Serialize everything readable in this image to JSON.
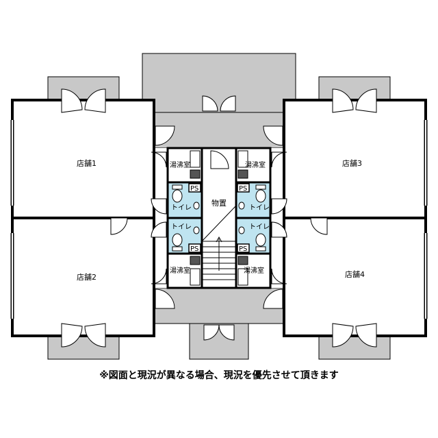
{
  "rooms": {
    "shop1": "店舗1",
    "shop2": "店舗2",
    "shop3": "店舗3",
    "shop4": "店舗4",
    "storage": "物置",
    "kitchenette": "湯沸室",
    "toilet": "トイレ",
    "pipe_space": "PS"
  },
  "colors": {
    "wall": "#000000",
    "common_area": "#c8c8c8",
    "toilet": "#bfe4f0",
    "background": "#ffffff"
  },
  "footnote": "※図面と現況が異なる場合、現況を優先させて頂きます"
}
